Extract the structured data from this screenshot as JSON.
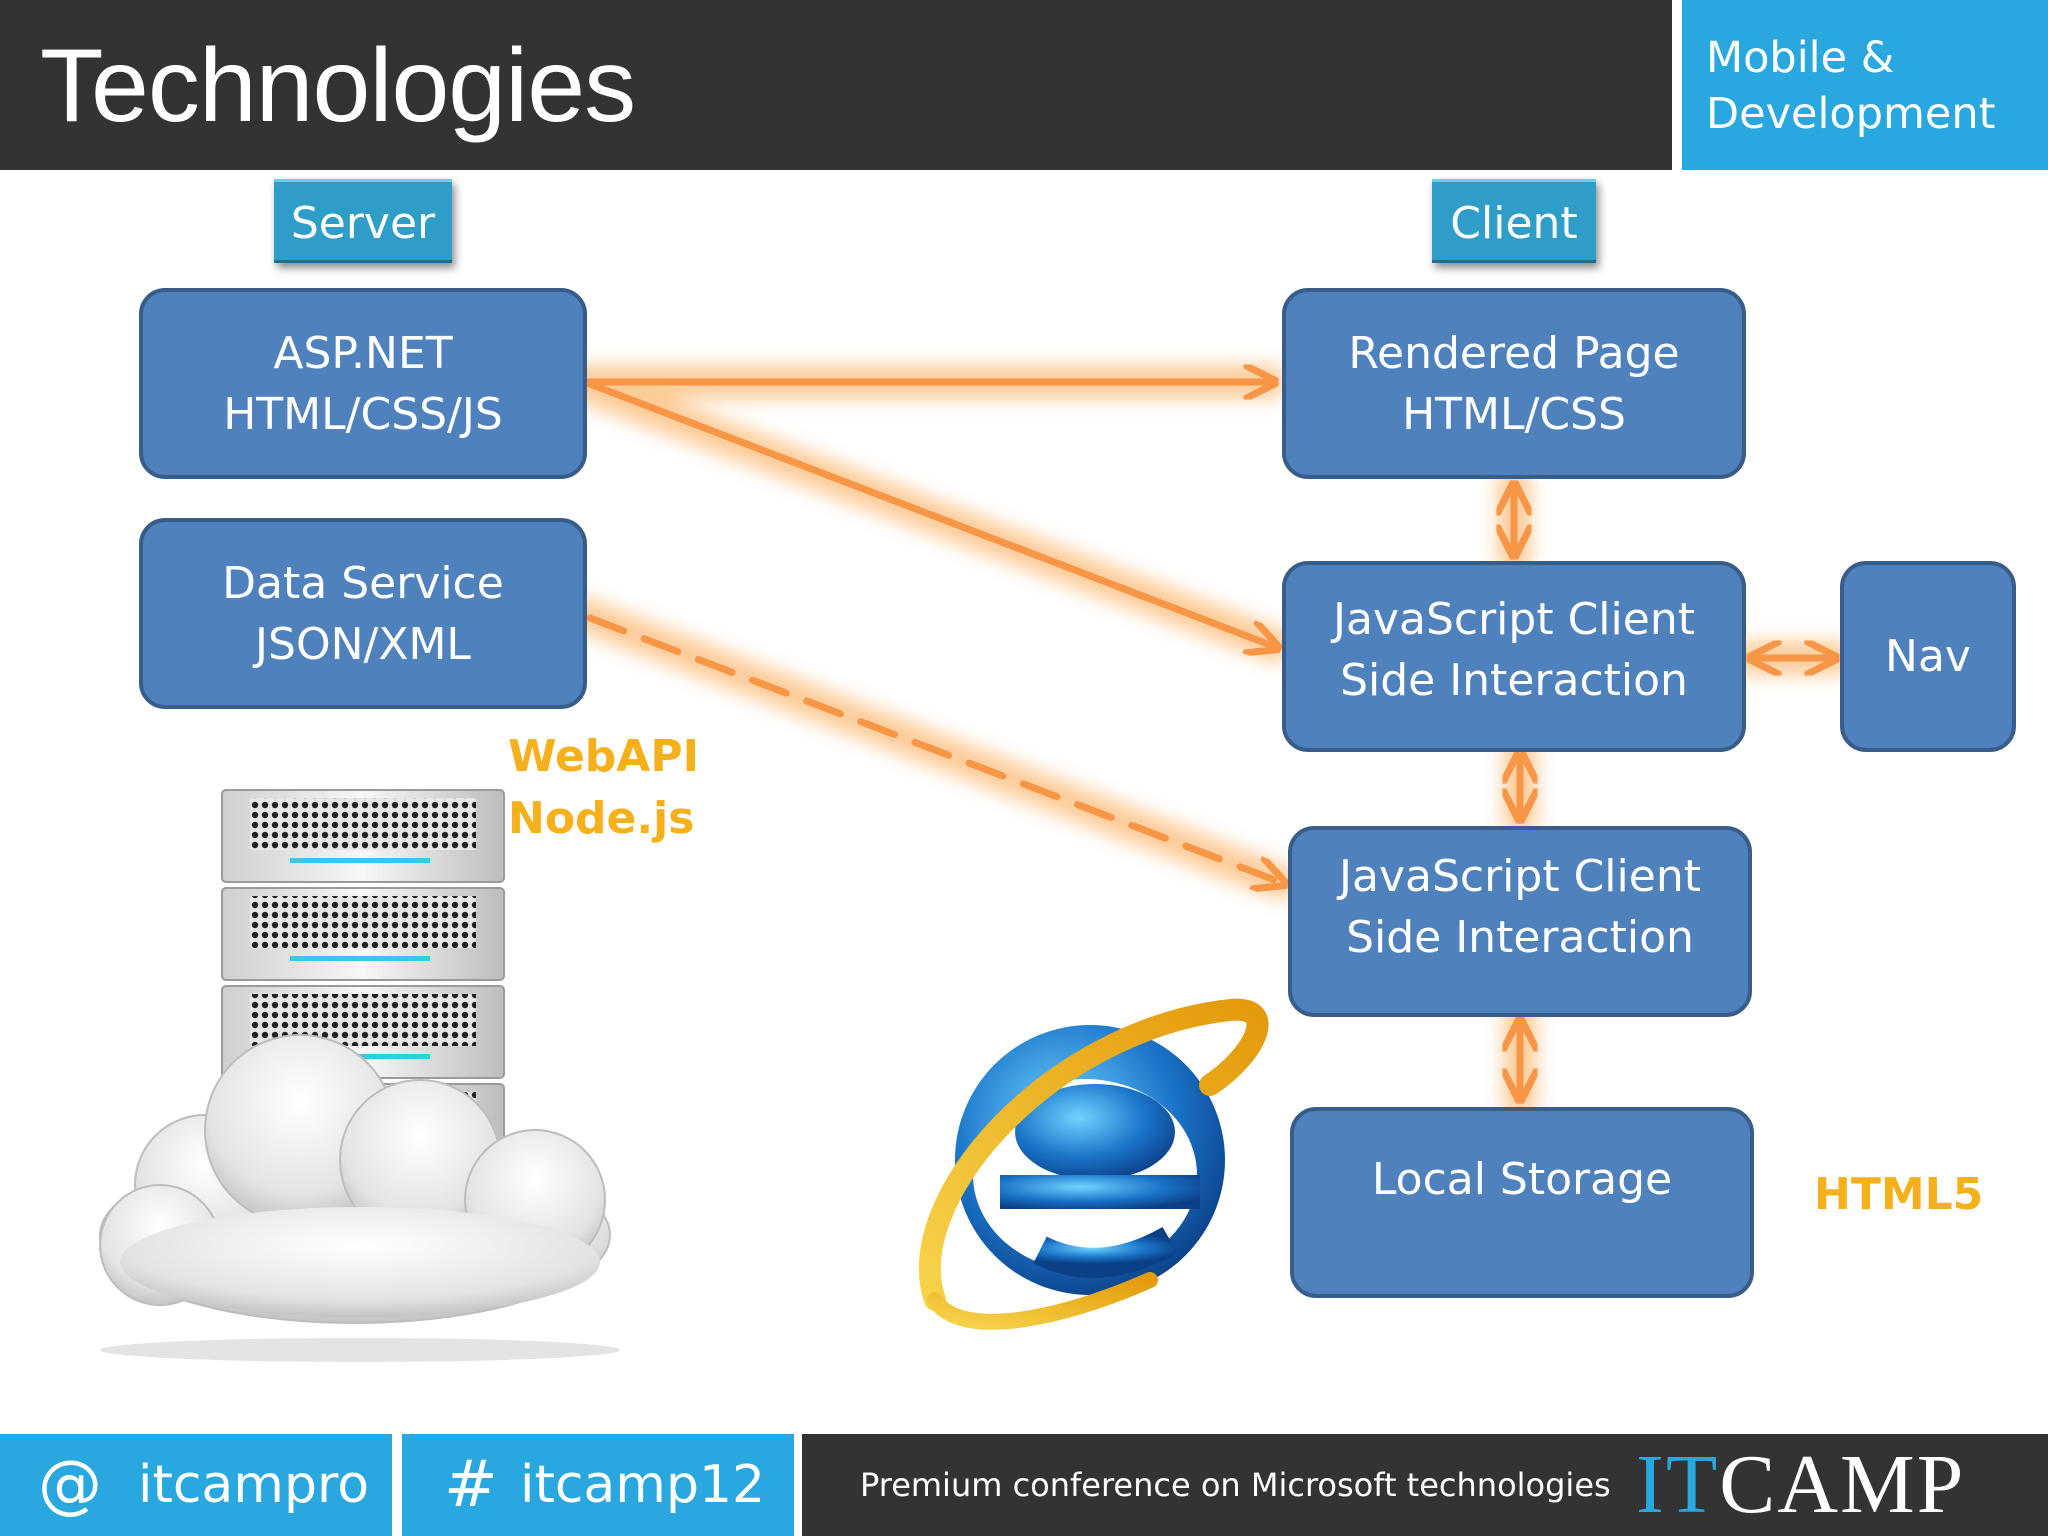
{
  "slide": {
    "title": "Technologies",
    "track": "Mobile &\nDevelopment"
  },
  "diagram": {
    "server_label": "Server",
    "client_label": "Client",
    "server_boxes": [
      {
        "line1": "ASP.NET",
        "line2": "HTML/CSS/JS"
      },
      {
        "line1": "Data Service",
        "line2": "JSON/XML"
      }
    ],
    "client_boxes": [
      {
        "line1": "Rendered Page",
        "line2": "HTML/CSS"
      },
      {
        "line1": "JavaScript Client",
        "line2": "Side Interaction"
      },
      {
        "line1": "JavaScript Client",
        "line2": "Side Interaction"
      },
      {
        "line1": "Local Storage"
      }
    ],
    "nav_label": "Nav",
    "webapi_label": "WebAPI",
    "nodejs_label": "Node.js",
    "html5_label": "HTML5"
  },
  "colors": {
    "box_fill": "#4f81bd",
    "connector": "#f79646",
    "accent_blue": "#29a8df",
    "highlight_text": "#f5b01c"
  },
  "footer": {
    "at_symbol": "@",
    "handle": "itcampro",
    "hash_symbol": "#",
    "hashtag": "itcamp12",
    "tagline": "Premium conference on Microsoft technologies",
    "logo_it": "IT",
    "logo_camp": "CAMP"
  }
}
